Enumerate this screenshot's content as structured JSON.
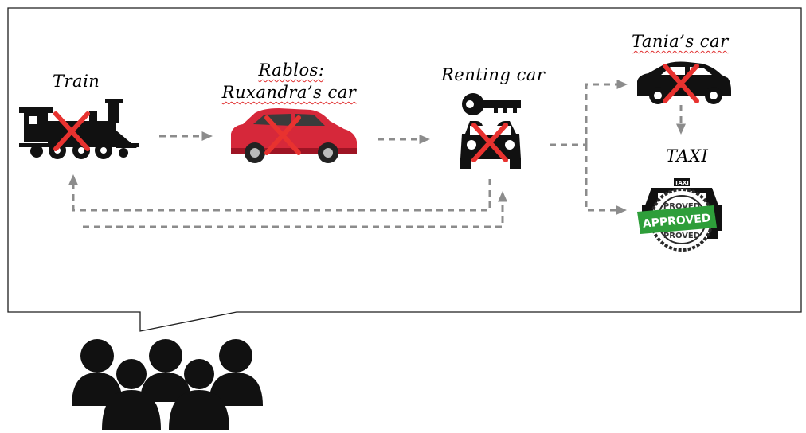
{
  "labels": {
    "train": "Train",
    "rablos": "Rablos:",
    "ruxandra_car": "Ruxandra’s car",
    "renting_car": "Renting car",
    "tania_car": "Tania’s car",
    "taxi": "TAXI",
    "approved": "APPROVED",
    "approved_ring": "PROVED",
    "taxi_sign": "TAXI"
  },
  "icons": {
    "train": "steam-locomotive-icon",
    "red_car": "red-car-icon",
    "rental": "car-key-icon",
    "tania_car": "black-car-icon",
    "taxi": "taxi-approved-icon",
    "group": "people-group-icon",
    "cross": "red-x-icon"
  },
  "colors": {
    "cross": "#e8322f",
    "arrow": "#8c8c8c",
    "car_body": "#d6283a",
    "approved_green": "#2e9e3a",
    "frame": "#1e1e1e"
  }
}
